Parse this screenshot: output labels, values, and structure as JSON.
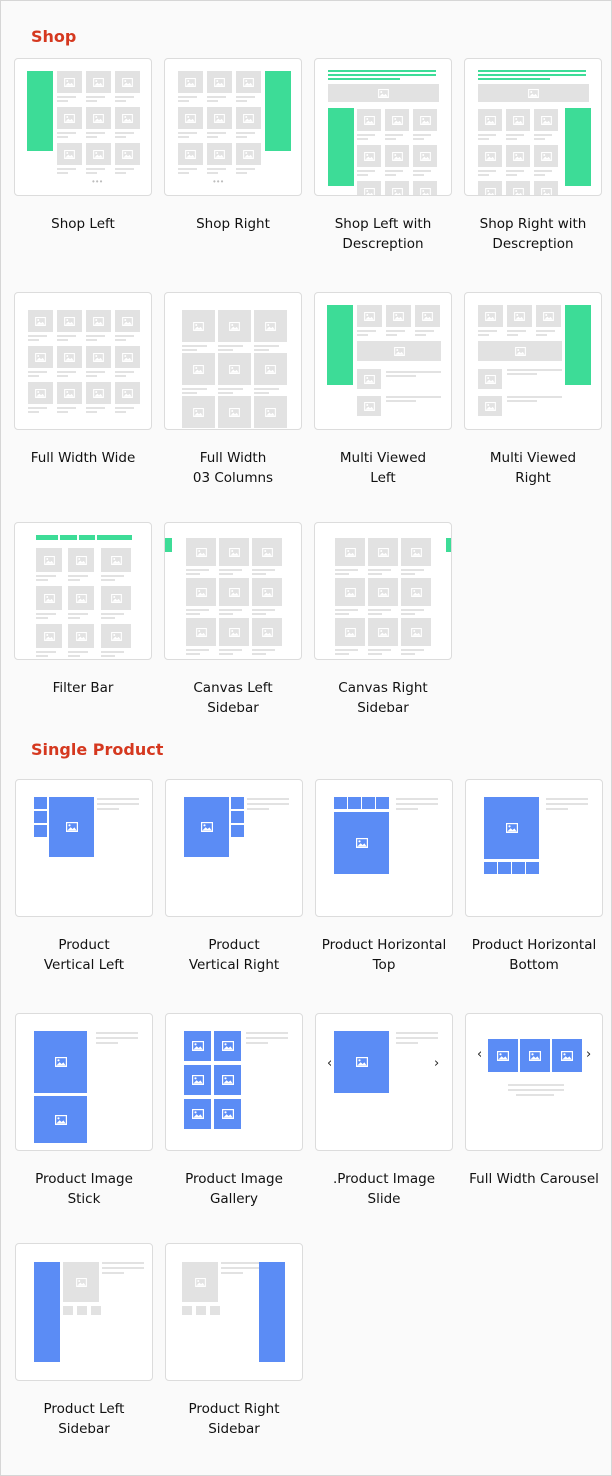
{
  "colors": {
    "heading": "#d5381f",
    "green": "#3ddc97",
    "blue": "#5b8cf5",
    "placeholder": "#e2e2e2"
  },
  "sections": {
    "shop": {
      "title": "Shop"
    },
    "single_product": {
      "title": "Single Product"
    }
  },
  "shop_layouts": [
    {
      "key": "shop-left",
      "label": "Shop Left"
    },
    {
      "key": "shop-right",
      "label": "Shop Right"
    },
    {
      "key": "shop-left-desc",
      "label": "Shop Left with\nDescreption"
    },
    {
      "key": "shop-right-desc",
      "label": "Shop Right with\nDescreption"
    },
    {
      "key": "full-width-wide",
      "label": "Full Width Wide"
    },
    {
      "key": "full-width-3col",
      "label": "Full Width\n03 Columns"
    },
    {
      "key": "multi-viewed-left",
      "label": "Multi Viewed\nLeft"
    },
    {
      "key": "multi-viewed-right",
      "label": "Multi Viewed\nRight"
    },
    {
      "key": "filter-bar",
      "label": "Filter Bar"
    },
    {
      "key": "canvas-left",
      "label": "Canvas Left\nSidebar"
    },
    {
      "key": "canvas-right",
      "label": "Canvas Right\nSidebar"
    }
  ],
  "product_layouts": [
    {
      "key": "vertical-left",
      "label": "Product\nVertical Left"
    },
    {
      "key": "vertical-right",
      "label": "Product\nVertical Right"
    },
    {
      "key": "horizontal-top",
      "label": "Product Horizontal\nTop"
    },
    {
      "key": "horizontal-bottom",
      "label": "Product Horizontal\nBottom"
    },
    {
      "key": "image-stick",
      "label": "Product Image\nStick"
    },
    {
      "key": "image-gallery",
      "label": "Product Image\nGallery"
    },
    {
      "key": "image-slide",
      "label": ".Product Image\nSlide"
    },
    {
      "key": "full-width-carousel",
      "label": "Full Width Carousel"
    },
    {
      "key": "left-sidebar",
      "label": "Product Left\nSidebar"
    },
    {
      "key": "right-sidebar",
      "label": "Product Right\nSidebar"
    }
  ]
}
